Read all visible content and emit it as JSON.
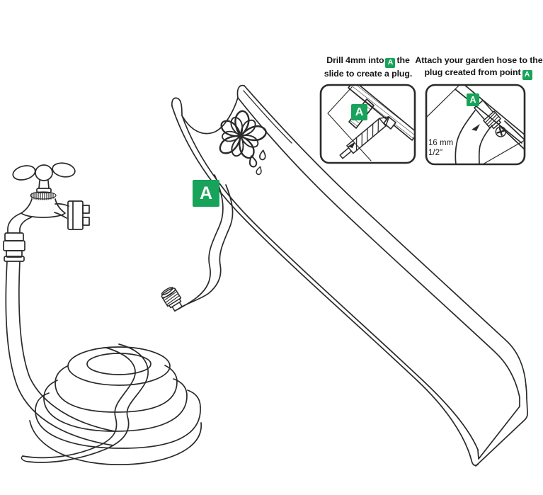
{
  "colors": {
    "accent_green": "#17a35a",
    "line": "#2a2a2a",
    "background": "#ffffff"
  },
  "slide": {
    "marker": "A"
  },
  "instructions": {
    "step1": {
      "caption_line1_pre": "Drill 4mm into",
      "marker": "A",
      "caption_line1_post": "the",
      "caption_line2": "slide to create a plug."
    },
    "step2": {
      "caption_line1": "Attach your garden hose to the",
      "caption_line2_pre": "plug created from point",
      "marker": "A",
      "dimension_metric": "16 mm",
      "dimension_imperial": "1/2\""
    }
  }
}
